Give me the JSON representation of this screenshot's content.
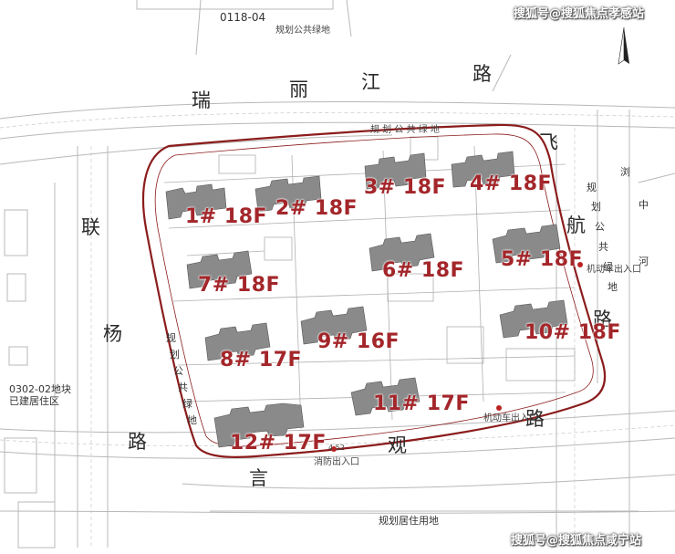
{
  "plot_code": "0118-04",
  "top_green_label": "规划公共绿地",
  "site_top_green_label": "规 划 公 共 绿 地",
  "left_green_chars": [
    "规",
    "划",
    "公",
    "共",
    "绿",
    "地"
  ],
  "right_green_chars": [
    "规",
    "划",
    "公",
    "共",
    "绿",
    "地"
  ],
  "river_chars": [
    "浏",
    "中",
    "河"
  ],
  "road_north_chars": [
    "瑞",
    "丽",
    "江",
    "路"
  ],
  "road_west_chars": [
    "联",
    "杨",
    "路"
  ],
  "road_east_chars": [
    "飞",
    "航",
    "路"
  ],
  "road_south_chars": [
    "言",
    "观",
    "路"
  ],
  "residential_existing": [
    "0302-02地块",
    "已建居住区"
  ],
  "south_plan_label": "规划居住用地",
  "vehicle_entrance_east": "机动车出入口",
  "vehicle_entrance_south": "机动车出入口",
  "fire_entrance": "消防出入口",
  "elev_south": "4.52",
  "buildings": [
    {
      "id": "b1",
      "label": "1# 18F"
    },
    {
      "id": "b2",
      "label": "2# 18F"
    },
    {
      "id": "b3",
      "label": "3# 18F"
    },
    {
      "id": "b4",
      "label": "4# 18F"
    },
    {
      "id": "b5",
      "label": "5# 18F"
    },
    {
      "id": "b6",
      "label": "6# 18F"
    },
    {
      "id": "b7",
      "label": "7# 18F"
    },
    {
      "id": "b8",
      "label": "8# 17F"
    },
    {
      "id": "b9",
      "label": "9# 16F"
    },
    {
      "id": "b10",
      "label": "10# 18F"
    },
    {
      "id": "b11",
      "label": "11# 17F"
    },
    {
      "id": "b12",
      "label": "12# 17F"
    }
  ],
  "watermark_top": "搜狐号@搜狐焦点孝感站",
  "watermark_bottom": "搜狐号@搜狐焦点咸宁站",
  "colors": {
    "boundary": "#8b1c1c",
    "label": "#a3262a",
    "building": "#8a8a8a",
    "line": "#9a9a9a"
  }
}
